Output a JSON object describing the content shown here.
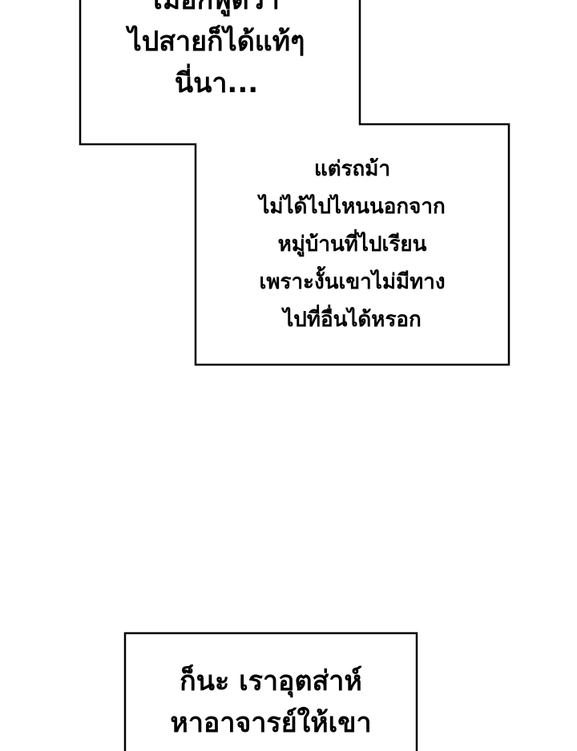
{
  "bubbles": [
    {
      "lines": [
        "เมื่อกี้พูดว่า",
        "ไปสายก็ได้แท้ๆ",
        "นี่นา..."
      ]
    },
    {
      "lines": [
        "แต่รถม้า",
        "ไม่ได้ไปไหนนอกจาก",
        "หมู่บ้านที่ไปเรียน",
        "เพราะงั้นเขาไม่มีทาง",
        "ไปที่อื่นได้หรอก"
      ]
    },
    {
      "lines": [
        "ก็นะ เราอุตส่าห์",
        "หาอาจารย์ให้เขา"
      ]
    }
  ],
  "colors": {
    "background": "#ffffff",
    "border": "#000000",
    "text": "#000000"
  }
}
